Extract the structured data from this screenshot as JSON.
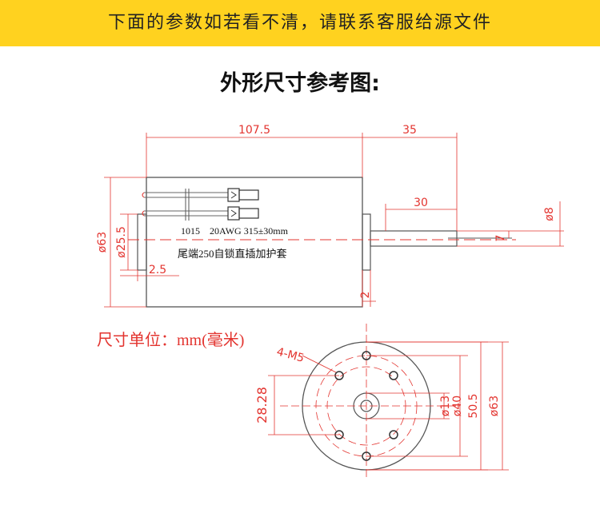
{
  "banner": {
    "text": "下面的参数如若看不清，请联系客服给源文件",
    "bg_color": "#ffd21f"
  },
  "heading": "外形尺寸参考图:",
  "side_view": {
    "dims": {
      "body_length": "107.5",
      "shaft_length": "35",
      "shaft_length_2": "30",
      "shaft_diameter": "ø8",
      "flat": "7",
      "body_diameter": "ø63",
      "boss_diameter": "ø25.5",
      "boss_depth": "2.5",
      "flange": "2"
    },
    "wire_spec": "1015　20AWG 315±30mm",
    "connector_note": "尾端250自锁直插加护套"
  },
  "unit_label": "尺寸单位：mm(毫米)",
  "front_view": {
    "dims": {
      "holes": "4-M5",
      "hole_spacing": "28.28",
      "bearing_diameter": "ø13",
      "hole_circle_1": "ø40",
      "hole_circle_2": "50.5",
      "outer_diameter": "ø63"
    }
  },
  "line_color": "#e3342f"
}
